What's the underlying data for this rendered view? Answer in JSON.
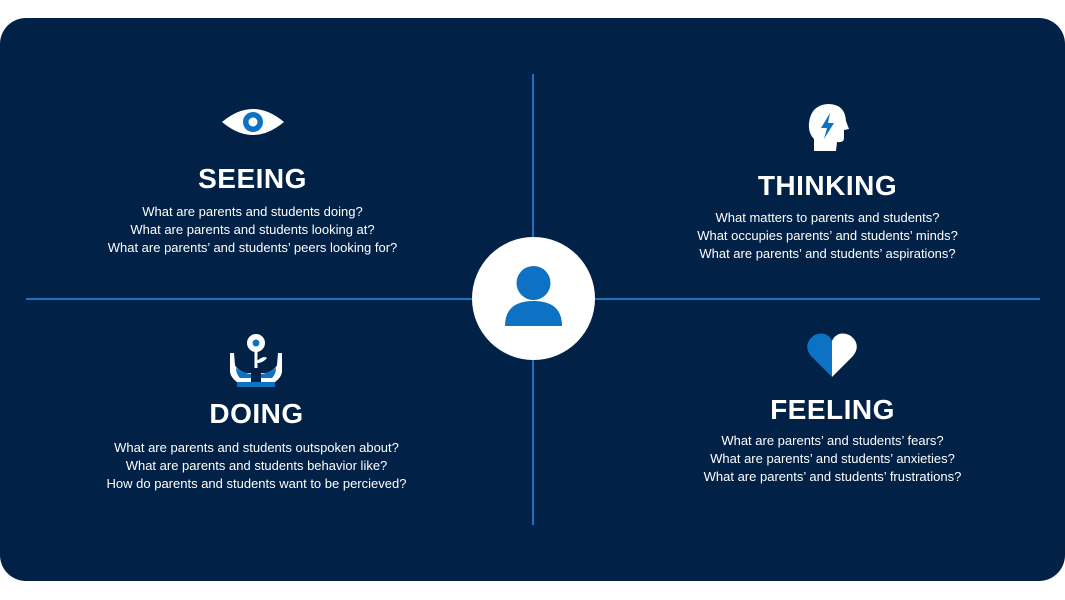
{
  "colors": {
    "background": "#012146",
    "accent": "#1f72c0",
    "text": "#ffffff"
  },
  "center": {
    "icon": "person-icon"
  },
  "quadrants": {
    "seeing": {
      "icon": "eye-icon",
      "title": "SEEING",
      "lines": [
        "What are parents and students doing?",
        "What are parents and students looking at?",
        "What are parents’ and students’ peers looking for?"
      ]
    },
    "thinking": {
      "icon": "head-lightning-icon",
      "title": "THINKING",
      "lines": [
        "What matters to parents and students?",
        "What occupies parents’ and students’ minds?",
        "What are parents’ and students’ aspirations?"
      ]
    },
    "doing": {
      "icon": "hands-flower-icon",
      "title": "DOING",
      "lines": [
        "What are parents and students outspoken about?",
        "What are parents and students behavior like?",
        "How do parents and students want to be percieved?"
      ]
    },
    "feeling": {
      "icon": "heart-icon",
      "title": "FEELING",
      "lines": [
        "What are parents’ and students’ fears?",
        "What are parents’ and students’ anxieties?",
        "What are parents’ and students’ frustrations?"
      ]
    }
  }
}
